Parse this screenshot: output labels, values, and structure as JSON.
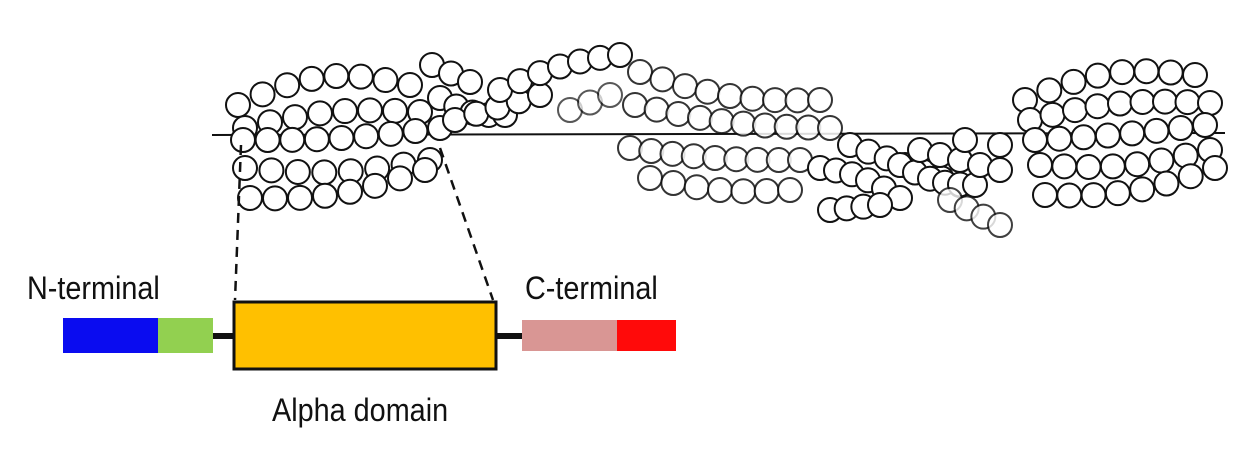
{
  "labels": {
    "n_terminal": "N-terminal",
    "c_terminal": "C-terminal",
    "alpha_domain": "Alpha domain"
  },
  "colors": {
    "n_segment_1": "#0a0cf0",
    "n_segment_2": "#92d050",
    "alpha_domain": "#ffc000",
    "c_segment_1": "#d99694",
    "c_segment_2": "#ff0a0a",
    "outline": "#111111"
  }
}
